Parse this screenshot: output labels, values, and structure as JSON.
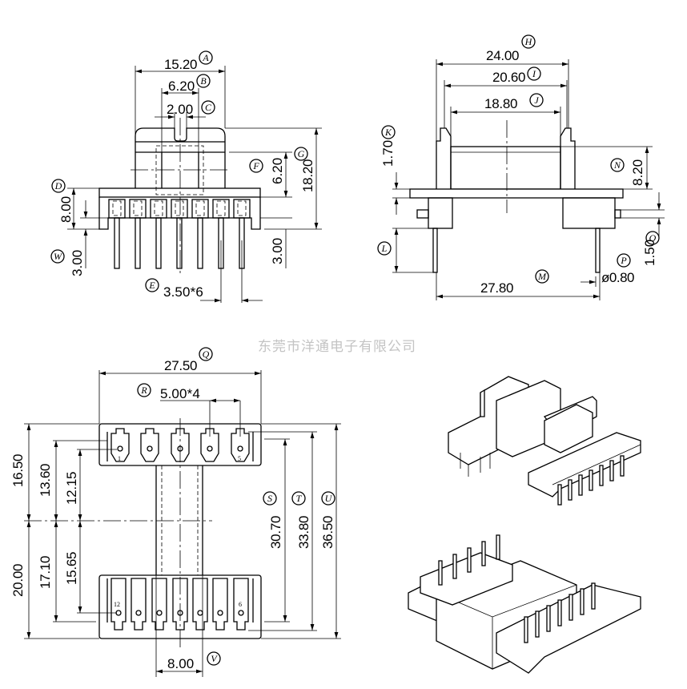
{
  "watermark": "东莞市洋通电子有限公司",
  "front_view": {
    "dims": {
      "A": "15.20",
      "B": "6.20",
      "C": "2.00",
      "D": "8.00",
      "E": "3.50*6",
      "F": "6.20",
      "G": "18.20",
      "W": "3.00",
      "right_pin": "3.00"
    }
  },
  "side_view": {
    "dims": {
      "H": "24.00",
      "I": "20.60",
      "J": "18.80",
      "K": "1.70",
      "L": "",
      "M": "27.80",
      "N": "8.20",
      "O": "1.50",
      "P": "ø0.80"
    }
  },
  "bottom_view": {
    "dims": {
      "Q": "27.50",
      "R": "5.00*4",
      "S": "30.70",
      "T": "33.80",
      "U": "36.50",
      "V": "8.00",
      "left_16": "16.50",
      "left_13": "13.60",
      "left_12": "12.15",
      "left_20": "20.00",
      "left_17": "17.10",
      "left_15": "15.65"
    },
    "pin_labels": {
      "p1": "1",
      "p5": "5",
      "p6": "6",
      "p12": "12"
    }
  },
  "letters": [
    "A",
    "B",
    "C",
    "D",
    "E",
    "F",
    "G",
    "H",
    "I",
    "J",
    "K",
    "L",
    "M",
    "N",
    "O",
    "P",
    "Q",
    "R",
    "S",
    "T",
    "U",
    "V",
    "W"
  ]
}
